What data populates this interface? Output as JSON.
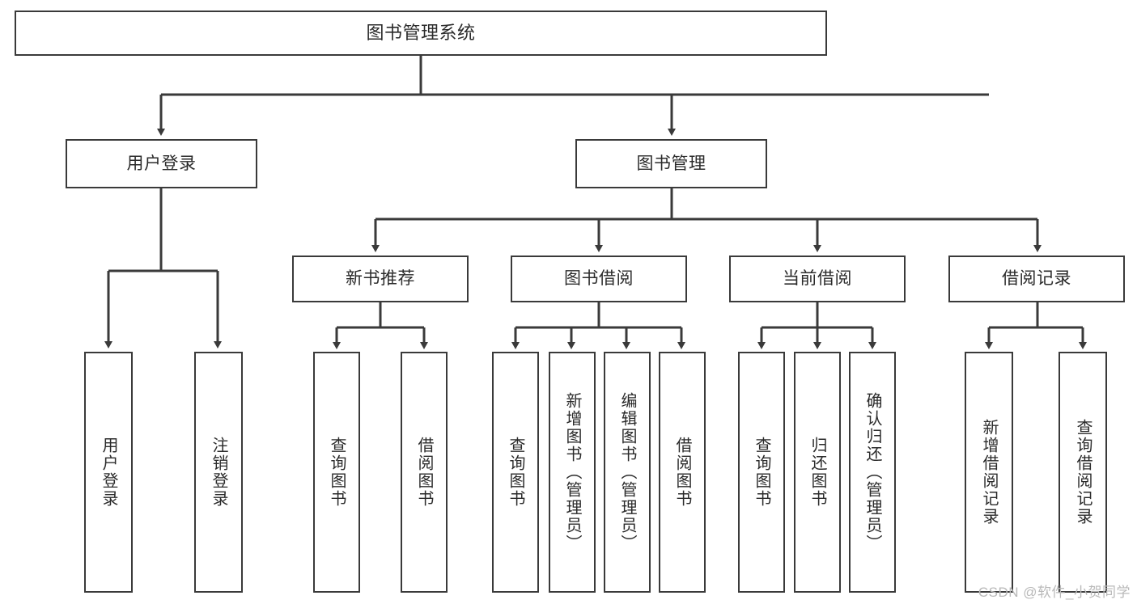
{
  "diagram": {
    "title": "图书管理系统",
    "type": "tree",
    "watermark": "CSDN @软件_小贺同学",
    "colors": {
      "background": "#ffffff",
      "border": "#3a3a3a",
      "text": "#2b2b2b",
      "edge": "#3a3a3a",
      "watermark": "#b9b9b9"
    },
    "root": {
      "label": "图书管理系统"
    },
    "level2": [
      {
        "id": "user-login",
        "label": "用户登录"
      },
      {
        "id": "book-manage",
        "label": "图书管理"
      }
    ],
    "level3": [
      {
        "id": "new-book-rec",
        "label": "新书推荐",
        "parent": "book-manage"
      },
      {
        "id": "book-borrow",
        "label": "图书借阅",
        "parent": "book-manage"
      },
      {
        "id": "current-borrow",
        "label": "当前借阅",
        "parent": "book-manage"
      },
      {
        "id": "borrow-record",
        "label": "借阅记录",
        "parent": "book-manage"
      }
    ],
    "leaves": [
      {
        "id": "leaf-user-login",
        "label": "用户登录",
        "parent": "user-login"
      },
      {
        "id": "leaf-user-logout",
        "label": "注销登录",
        "parent": "user-login"
      },
      {
        "id": "leaf-rec-query-book",
        "label": "查询图书",
        "parent": "new-book-rec"
      },
      {
        "id": "leaf-rec-borrow-book",
        "label": "借阅图书",
        "parent": "new-book-rec"
      },
      {
        "id": "leaf-borrow-query-book",
        "label": "查询图书",
        "parent": "book-borrow"
      },
      {
        "id": "leaf-borrow-add-book",
        "label": "新增图书（管理员）",
        "parent": "book-borrow"
      },
      {
        "id": "leaf-borrow-edit-book",
        "label": "编辑图书（管理员）",
        "parent": "book-borrow"
      },
      {
        "id": "leaf-borrow-borrow-book",
        "label": "借阅图书",
        "parent": "book-borrow"
      },
      {
        "id": "leaf-cur-query-book",
        "label": "查询图书",
        "parent": "current-borrow"
      },
      {
        "id": "leaf-cur-return-book",
        "label": "归还图书",
        "parent": "current-borrow"
      },
      {
        "id": "leaf-cur-confirm-return",
        "label": "确认归还（管理员）",
        "parent": "current-borrow"
      },
      {
        "id": "leaf-rec-add-record",
        "label": "新增借阅记录",
        "parent": "borrow-record"
      },
      {
        "id": "leaf-rec-query-record",
        "label": "查询借阅记录",
        "parent": "borrow-record"
      }
    ]
  }
}
